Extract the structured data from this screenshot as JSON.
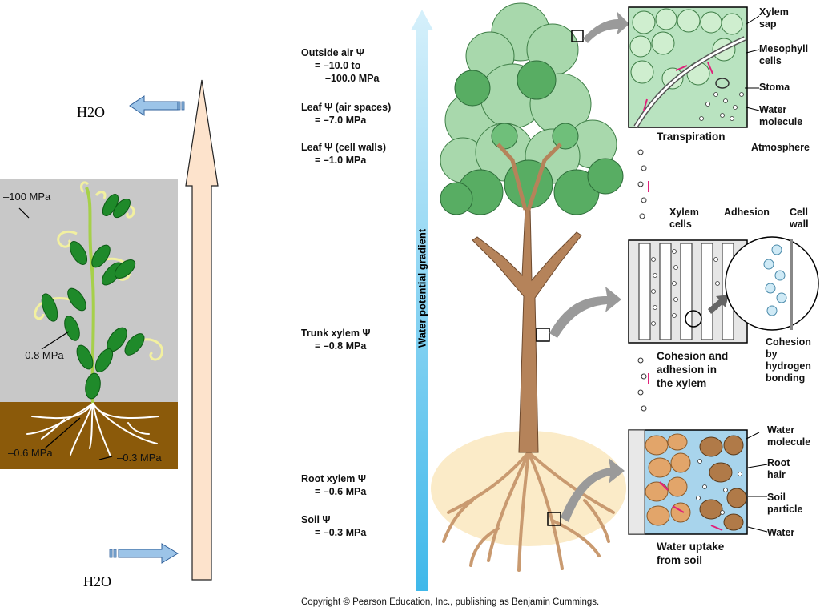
{
  "left_panel": {
    "h2o_top": "H2O",
    "h2o_bottom": "H2O",
    "labels": {
      "air": "–100 MPa",
      "stem": "–0.8 MPa",
      "root": "–0.6 MPa",
      "soil": "–0.3 MPa"
    },
    "colors": {
      "sky": "#c8c8c8",
      "soil": "#8b5a0a",
      "arrow_fill": "#fde3cc",
      "small_arrow": "#9cc4e8"
    }
  },
  "gradient": {
    "label": "Water potential gradient",
    "color": "#8fd3f0"
  },
  "potentials": [
    {
      "line1": "Outside air Ψ",
      "line2": "= –10.0 to",
      "line3": "–100.0 MPa"
    },
    {
      "line1": "Leaf Ψ (air spaces)",
      "line2": "= –7.0 MPa"
    },
    {
      "line1": "Leaf Ψ (cell walls)",
      "line2": "= –1.0 MPa"
    },
    {
      "line1": "Trunk xylem Ψ",
      "line2": "= –0.8 MPa"
    },
    {
      "line1": "Root xylem Ψ",
      "line2": "= –0.6 MPa"
    },
    {
      "line1": "Soil Ψ",
      "line2": "= –0.3 MPa"
    }
  ],
  "transpiration_panel": {
    "caption": "Transpiration",
    "callouts": {
      "xylem_sap": [
        "Xylem",
        "sap"
      ],
      "mesophyll": [
        "Mesophyll",
        "cells"
      ],
      "stoma": [
        "Stoma"
      ],
      "water_molecule": [
        "Water",
        "molecule"
      ],
      "atmosphere": [
        "Atmosphere"
      ]
    }
  },
  "cohesion_panel": {
    "caption": [
      "Cohesion and",
      "adhesion in",
      "the xylem"
    ],
    "callouts": {
      "xylem_cells": [
        "Xylem",
        "cells"
      ],
      "adhesion": [
        "Adhesion"
      ],
      "cell_wall": [
        "Cell",
        "wall"
      ],
      "cohesion": [
        "Cohesion",
        "by",
        "hydrogen",
        "bonding"
      ]
    }
  },
  "uptake_panel": {
    "caption": [
      "Water uptake",
      "from soil"
    ],
    "callouts": {
      "water_molecule": [
        "Water",
        "molecule"
      ],
      "root_hair": [
        "Root",
        "hair"
      ],
      "soil_particle": [
        "Soil",
        "particle"
      ],
      "water": [
        "Water"
      ]
    }
  },
  "copyright": "Copyright © Pearson Education, Inc., publishing as Benjamin Cummings."
}
